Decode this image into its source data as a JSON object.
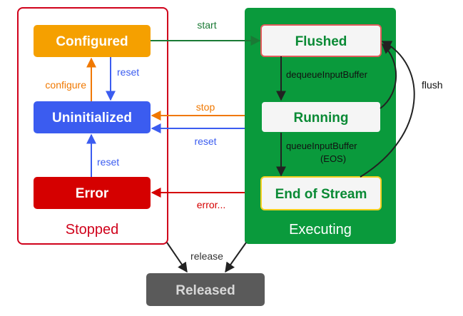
{
  "groups": {
    "stopped": {
      "label": "Stopped"
    },
    "executing": {
      "label": "Executing"
    }
  },
  "states": {
    "configured": "Configured",
    "uninitialized": "Uninitialized",
    "error": "Error",
    "flushed": "Flushed",
    "running": "Running",
    "end_of_stream": "End of Stream",
    "released": "Released"
  },
  "transitions": {
    "start": "start",
    "reset_configured": "reset",
    "configure": "configure",
    "stop": "stop",
    "reset_executing": "reset",
    "reset_error": "reset",
    "error": "error...",
    "dequeue": "dequeueInputBuffer",
    "queue_line1": "queueInputBuffer",
    "queue_line2": "(EOS)",
    "flush": "flush",
    "release": "release"
  },
  "colors": {
    "stopped_border": "#d0021b",
    "executing_bg": "#0a9a3c",
    "configured": "#f5a000",
    "uninitialized": "#3b5cf0",
    "error": "#d50000",
    "flushed_border": "#e15b5b",
    "running_border": "#0a9a3c",
    "eos_border": "#f5d020",
    "released": "#5a5a5a",
    "start_arrow": "#1a7a35",
    "stop_arrow": "#f07800",
    "reset_arrow": "#3b5cf0",
    "error_arrow": "#d50000",
    "dark_arrow": "#222222"
  }
}
